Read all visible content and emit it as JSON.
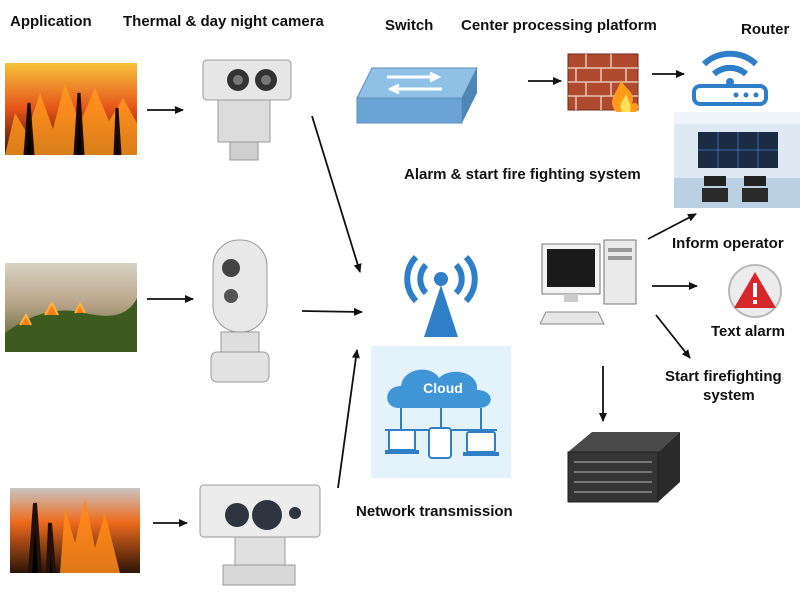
{
  "labels": {
    "application": "Application",
    "camera": "Thermal & day night camera",
    "switch": "Switch",
    "center": "Center processing platform",
    "router": "Router",
    "alarm": "Alarm & start fire fighting system",
    "inform": "Inform operator",
    "text_alarm": "Text alarm",
    "start_ff_1": "Start firefighting",
    "start_ff_2": "system",
    "network": "Network transmission",
    "cloud": "Cloud"
  },
  "icons": {
    "fire_photos": [
      "forest-fire-photo",
      "hillside-fire-photo",
      "forest-fire-photo"
    ],
    "cameras": [
      "thermal-camera-box-icon",
      "ptz-dome-camera-icon",
      "dual-lens-camera-icon"
    ],
    "switch": "network-switch-icon",
    "firewall": "firewall-icon",
    "router": "wifi-router-icon",
    "control_room": "control-room-photo",
    "antenna": "wireless-antenna-icon",
    "cloud": "cloud-network-icon",
    "computer": "desktop-computer-icon",
    "warning": "warning-sign-icon",
    "nvr": "nvr-recorder-icon"
  },
  "colors": {
    "accent_blue": "#2f7fc8",
    "fire_orange": "#f07a14",
    "warning_red": "#d8272a",
    "text": "#111111"
  }
}
